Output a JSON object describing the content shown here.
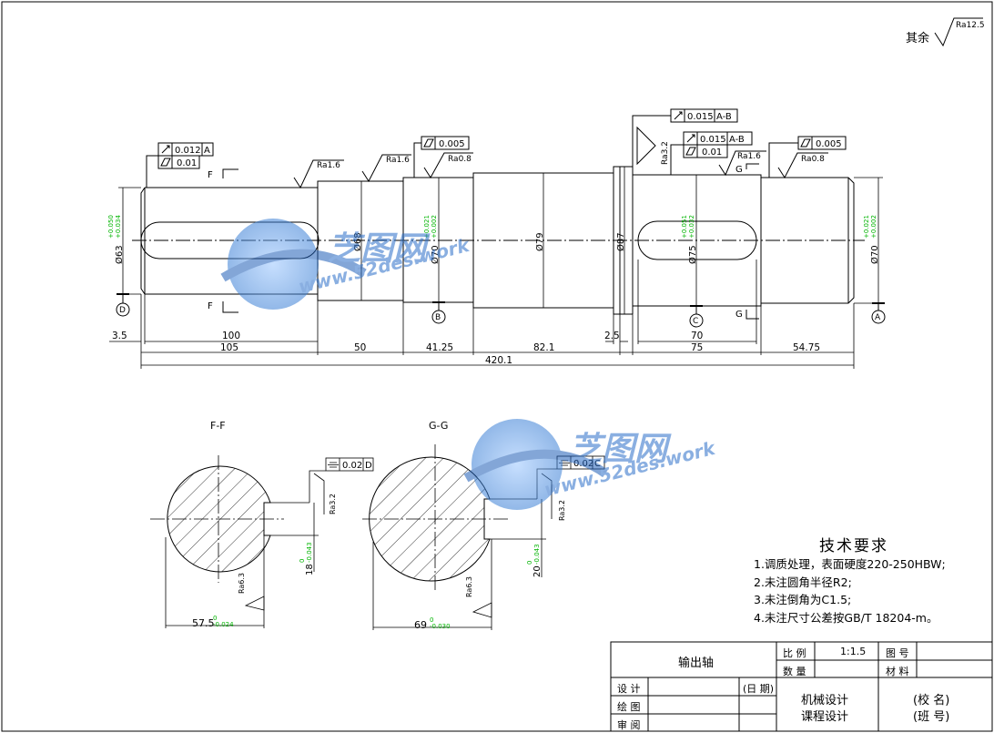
{
  "surface_note": {
    "label": "其余",
    "ra": "Ra12.5"
  },
  "main_view": {
    "section_marks": [
      "F",
      "F",
      "G",
      "G"
    ],
    "datums": [
      "D",
      "B",
      "C",
      "A"
    ],
    "roughness": [
      "Ra1.6",
      "Ra1.6",
      "Ra0.8",
      "Ra3.2",
      "Ra1.6",
      "Ra0.8"
    ],
    "fcf": {
      "left_runout": "0.012",
      "left_runout_datum": "A",
      "left_cyl": "0.01",
      "b_cyl": "0.005",
      "shoulder_runout": "0.015",
      "shoulder_runout_datum": "A-B",
      "right_runout": "0.015",
      "right_runout_datum": "A-B",
      "right_cyl": "0.01",
      "a_cyl": "0.005"
    },
    "diameters": {
      "d63": "Ø63",
      "d63_tol_up": "+0.050",
      "d63_tol_lo": "+0.034",
      "d68": "Ø68",
      "d70b": "Ø70",
      "d70b_tol_up": "+0.021",
      "d70b_tol_lo": "+0.002",
      "d79": "Ø79",
      "d87": "Ø87",
      "d75": "Ø75",
      "d75_tol_up": "+0.051",
      "d75_tol_lo": "+0.032",
      "d70a": "Ø70",
      "d70a_tol_up": "+0.021",
      "d70a_tol_lo": "+0.002"
    },
    "lengths": {
      "l3_5": "3.5",
      "l100": "100",
      "l105": "105",
      "l50": "50",
      "l41_25": "41.25",
      "l82_1": "82.1",
      "l2_5": "2.5",
      "l70": "70",
      "l75": "75",
      "l54_75": "54.75",
      "l420_1": "420.1"
    }
  },
  "section_ff": {
    "title": "F-F",
    "sym": "0.02",
    "datum": "D",
    "ra_side": "Ra3.2",
    "ra_bottom": "Ra6.3",
    "depth": "18",
    "depth_tol_up": "0",
    "depth_tol_lo": "-0.043",
    "width": "57.5",
    "width_tol_up": "0",
    "width_tol_lo": "-0.024"
  },
  "section_gg": {
    "title": "G-G",
    "sym": "0.02",
    "datum": "C",
    "ra_side": "Ra3.2",
    "ra_bottom": "Ra6.3",
    "depth": "20",
    "depth_tol_up": "0",
    "depth_tol_lo": "-0.043",
    "width": "69",
    "width_tol_up": "0",
    "width_tol_lo": "-0.030"
  },
  "watermark": {
    "logo": "芝图网",
    "url": "www.52des.work"
  },
  "requirements": {
    "title": "技术要求",
    "items": [
      "1.调质处理，表面硬度220-250HBW;",
      "2.未注圆角半径R2;",
      "3.未注倒角为C1.5;",
      "4.未注尺寸公差按GB/T 18204-m。"
    ]
  },
  "title_block": {
    "part_name": "输出轴",
    "scale_label": "比 例",
    "scale_value": "1:1.5",
    "qty_label": "数 量",
    "drawing_no_label": "图 号",
    "material_label": "材 料",
    "design_label": "设 计",
    "date_label": "(日 期)",
    "draw_label": "绘 图",
    "review_label": "审 阅",
    "course": "机械设计",
    "course2": "课程设计",
    "school": "(校 名)",
    "class": "(班 号)"
  },
  "colors": {
    "line": "#000000",
    "tolerance": "#00b400",
    "watermark": "#2b6fc9"
  }
}
